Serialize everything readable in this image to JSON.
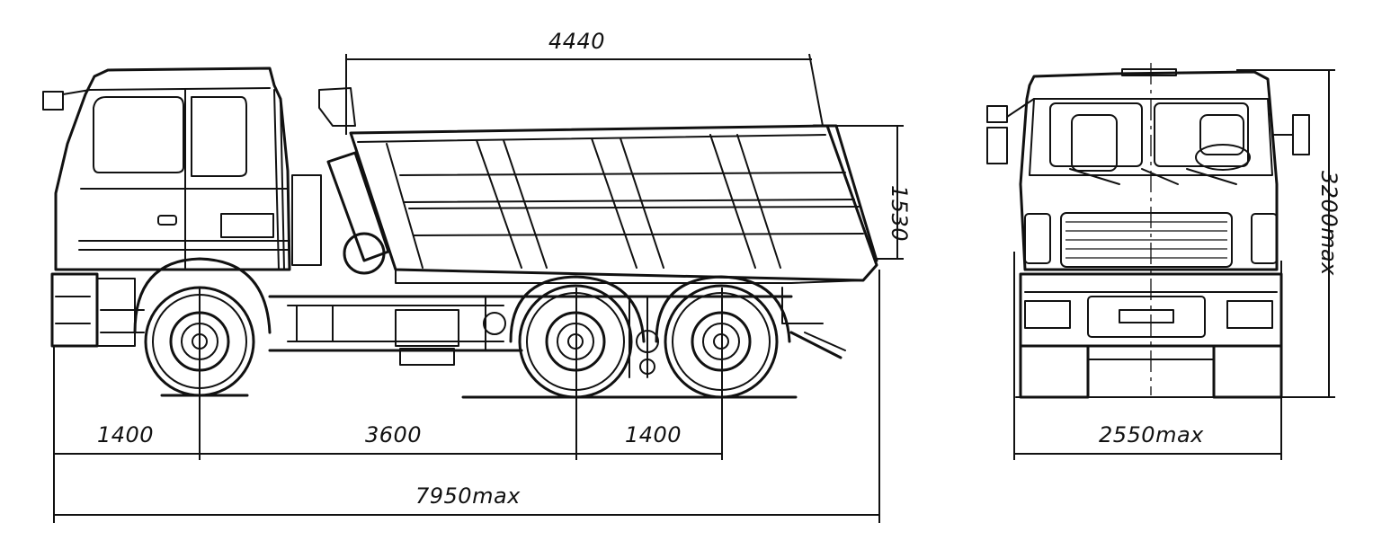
{
  "dimensions": {
    "body_length": "4440",
    "body_height": "1530",
    "front_overhang": "1400",
    "wheelbase": "3600",
    "rear_axle_spacing": "1400",
    "overall_length": "7950max",
    "overall_width": "2550max",
    "overall_height": "3200max"
  },
  "colors": {
    "line": "#111111",
    "background": "#ffffff"
  }
}
